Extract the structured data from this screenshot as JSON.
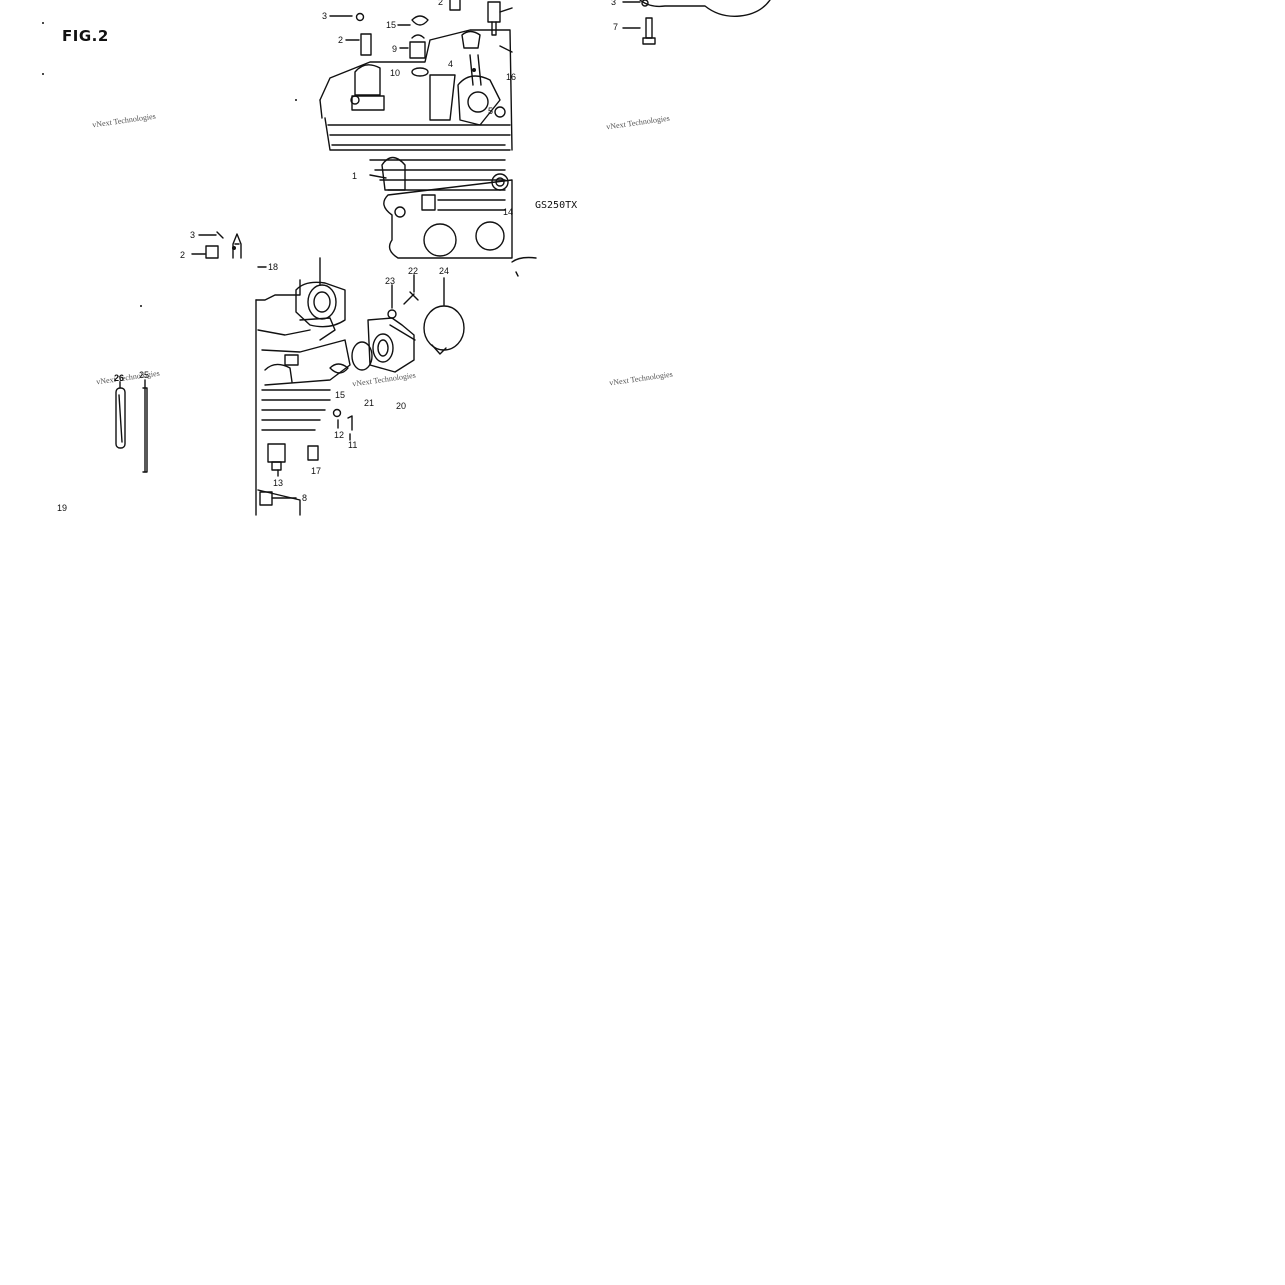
{
  "figure": {
    "title": "FIG.2",
    "model": "GS250TX"
  },
  "watermark": "vNext Technologies",
  "callouts": [
    "1",
    "2",
    "3",
    "4",
    "5",
    "7",
    "8",
    "9",
    "10",
    "11",
    "12",
    "13",
    "14",
    "15",
    "16",
    "17",
    "18",
    "19",
    "20",
    "21",
    "22",
    "23",
    "24",
    "25",
    "26"
  ],
  "watermark_text_color": "#555555"
}
